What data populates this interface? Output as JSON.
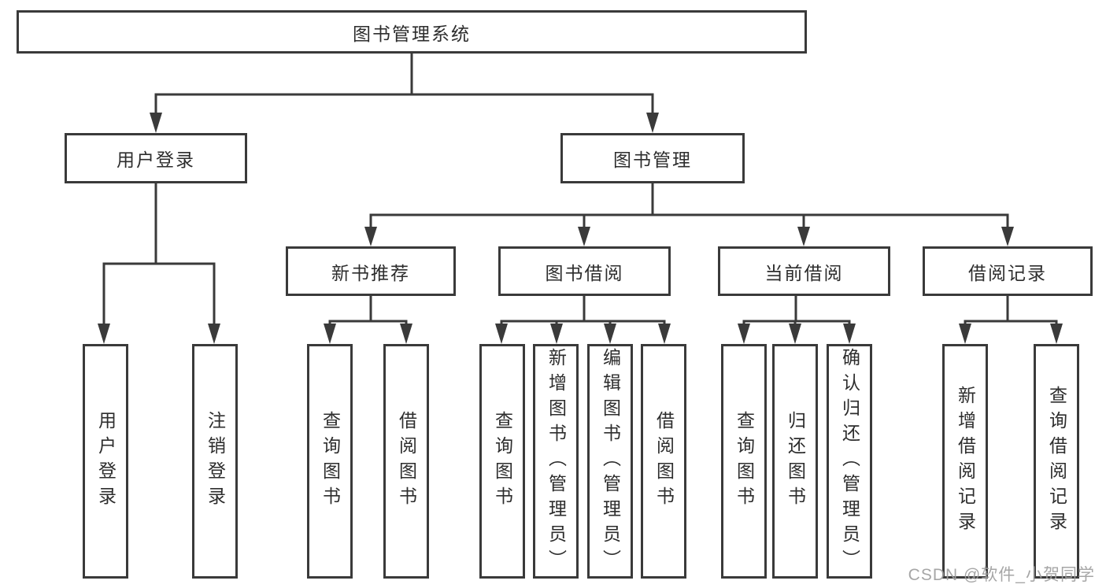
{
  "diagram": {
    "root": {
      "label": "图书管理系统"
    },
    "level2": {
      "user_login": {
        "label": "用户登录"
      },
      "book_management": {
        "label": "图书管理"
      }
    },
    "level3": {
      "new_book_recommend": {
        "label": "新书推荐"
      },
      "book_borrowing": {
        "label": "图书借阅"
      },
      "current_borrowing": {
        "label": "当前借阅"
      },
      "borrowing_records": {
        "label": "借阅记录"
      }
    },
    "leaves": {
      "user_login_group": [
        "用户登录",
        "注销登录"
      ],
      "new_book_group": [
        "查询图书",
        "借阅图书"
      ],
      "book_borrowing_group": [
        "查询图书",
        "新增图书（管理员）",
        "编辑图书（管理员）",
        "借阅图书"
      ],
      "current_borrowing_group": [
        "查询图书",
        "归还图书",
        "确认归还（管理员）"
      ],
      "borrowing_records_group": [
        "新增借阅记录",
        "查询借阅记录"
      ]
    }
  },
  "watermark": {
    "text": "CSDN @软件_小贺同学"
  },
  "colors": {
    "line": "#3a3a3a",
    "box_border": "#3a3a3a",
    "box_fill": "#ffffff",
    "text": "#2d2d2d",
    "watermark": "#9e9e9e",
    "background": "#ffffff"
  }
}
